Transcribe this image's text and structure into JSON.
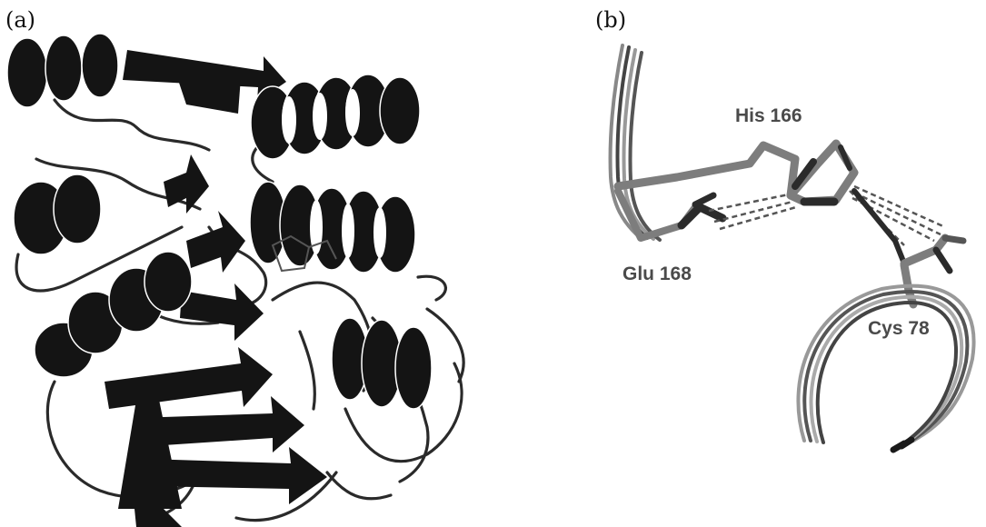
{
  "figure": {
    "panel_a": {
      "label": "(a)"
    },
    "panel_b": {
      "label": "(b)",
      "residues": {
        "his": "His 166",
        "glu": "Glu 168",
        "cys": "Cys 78"
      }
    }
  },
  "colors": {
    "ribbon": "#141414",
    "coil": "#2a2a2a",
    "stick_gray": "#7d7d7d",
    "stick_dark": "#2b2b2b",
    "hbond": "#555555"
  }
}
